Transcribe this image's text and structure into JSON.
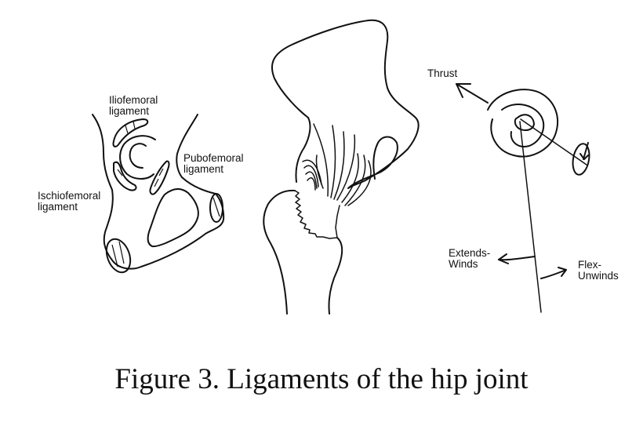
{
  "figure": {
    "caption": "Figure 3. Ligaments of the hip joint",
    "panels": [
      {
        "id": "pelvis-anterior",
        "labels": {
          "iliofemoral_line1": "Iliofemoral",
          "iliofemoral_line2": "ligament",
          "pubofemoral_line1": "Pubofemoral",
          "pubofemoral_line2": "ligament",
          "ischiofemoral_line1": "Ischiofemoral",
          "ischiofemoral_line2": "ligament"
        }
      },
      {
        "id": "hip-lateral",
        "labels": {}
      },
      {
        "id": "mechanics",
        "labels": {
          "thrust": "Thrust",
          "extends_line1": "Extends-",
          "extends_line2": "Winds",
          "flex_line1": "Flex-",
          "flex_line2": "Unwinds"
        }
      }
    ]
  },
  "colors": {
    "ink": "#111111",
    "background": "#ffffff"
  }
}
